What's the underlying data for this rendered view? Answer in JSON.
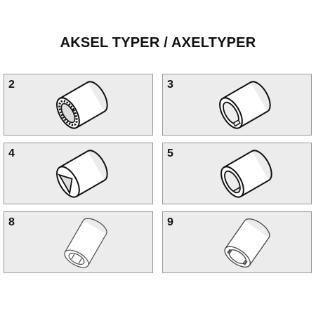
{
  "title": "AKSEL TYPER / AXELTYPER",
  "cells": [
    {
      "number": "2",
      "icon": "splined-bore-bushing-icon"
    },
    {
      "number": "3",
      "icon": "round-bore-keyway-bushing-icon"
    },
    {
      "number": "4",
      "icon": "triangular-bore-bushing-icon"
    },
    {
      "number": "5",
      "icon": "round-bore-flat-bushing-icon"
    },
    {
      "number": "8",
      "icon": "double-flat-bore-bushing-icon"
    },
    {
      "number": "9",
      "icon": "round-bore-notched-bushing-icon"
    }
  ],
  "colors": {
    "cell_background": "#ececec",
    "cell_border": "#9a9a9a",
    "ink": "#111111",
    "shade": "#666666"
  }
}
